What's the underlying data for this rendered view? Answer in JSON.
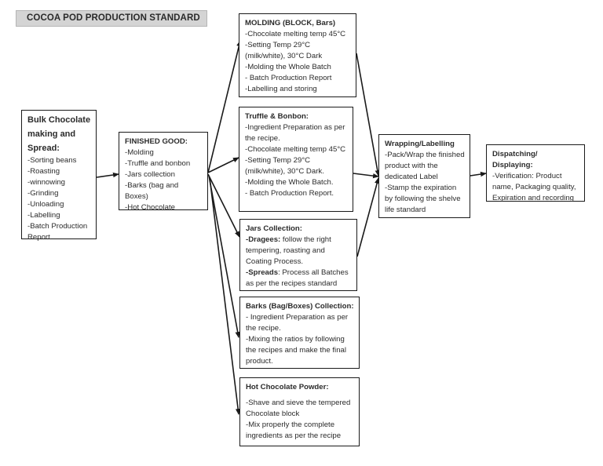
{
  "title": "COCOA POD PRODUCTION STANDARD",
  "nodes": {
    "bulk": {
      "heading": "Bulk Chocolate making and Spread:",
      "lines": [
        "-Sorting beans",
        "-Roasting",
        "-winnowing",
        "-Grinding",
        "-Unloading",
        "-Labelling",
        "-Batch Production Report"
      ]
    },
    "finished": {
      "heading": "FINISHED GOOD:",
      "lines": [
        "-Molding",
        "-Truffle and bonbon",
        "-Jars collection",
        "-Barks (bag and Boxes)",
        "-Hot Chocolate"
      ]
    },
    "molding": {
      "heading": "MOLDING (BLOCK, Bars)",
      "lines": [
        "-Chocolate melting temp 45°C",
        "-Setting Temp 29°C (milk/white), 30°C Dark",
        "-Molding the Whole Batch",
        "- Batch Production Report",
        "-Labelling and storing"
      ]
    },
    "truffle": {
      "heading": "Truffle & Bonbon:",
      "lines": [
        "-Ingredient Preparation as per the recipe.",
        "-Chocolate melting temp 45°C",
        "-Setting Temp 29°C (milk/white), 30°C Dark.",
        "-Molding the Whole Batch.",
        "- Batch Production Report."
      ]
    },
    "jars": {
      "heading": "Jars Collection:",
      "items": [
        {
          "label": "-Dragees:",
          "text": " follow the right tempering, roasting and Coating Process."
        },
        {
          "label": "-Spreads",
          "text": ": Process all Batches as per the recipes standard"
        }
      ]
    },
    "barks": {
      "heading": "Barks (Bag/Boxes) Collection:",
      "lines": [
        "- Ingredient Preparation as per the recipe.",
        "-Mixing the ratios by following the recipes and make the final product."
      ]
    },
    "hotchoc": {
      "heading": "Hot Chocolate Powder:",
      "lines": [
        "-Shave and sieve the tempered Chocolate block",
        "-Mix properly the complete ingredients as per the recipe"
      ]
    },
    "wrapping": {
      "heading": "Wrapping/Labelling",
      "lines": [
        "-Pack/Wrap the finished product with the dedicated Label",
        "-Stamp the expiration by following the shelve life standard"
      ]
    },
    "dispatch": {
      "heading": "Dispatching/ Displaying:",
      "lines": [
        "-Verification: Product name, Packaging quality, Expiration and recording"
      ]
    }
  },
  "edges": [
    {
      "from": "bulk",
      "to": "finished"
    },
    {
      "from": "finished",
      "to": "molding"
    },
    {
      "from": "finished",
      "to": "truffle"
    },
    {
      "from": "finished",
      "to": "jars"
    },
    {
      "from": "finished",
      "to": "barks"
    },
    {
      "from": "finished",
      "to": "hotchoc"
    },
    {
      "from": "molding",
      "to": "wrapping"
    },
    {
      "from": "truffle",
      "to": "wrapping"
    },
    {
      "from": "jars",
      "to": "wrapping"
    },
    {
      "from": "wrapping",
      "to": "dispatch"
    }
  ]
}
